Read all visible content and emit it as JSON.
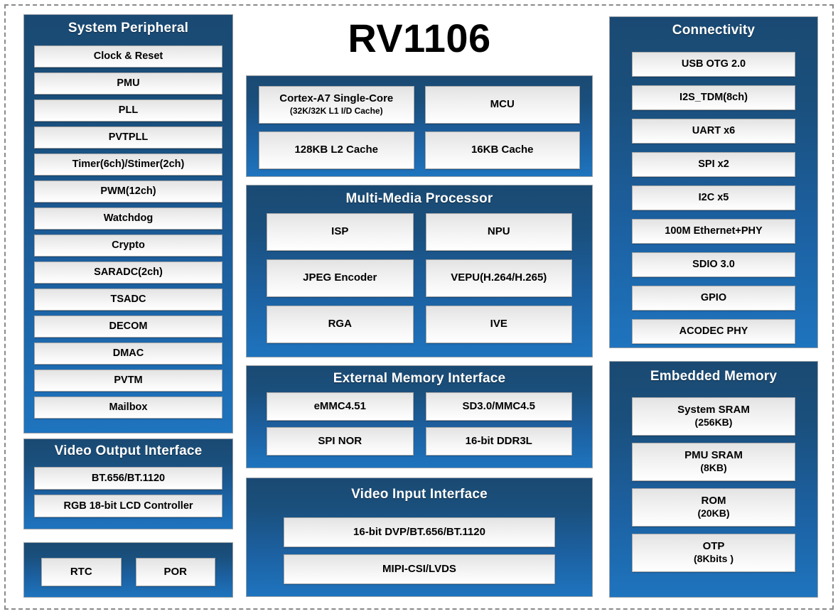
{
  "chip": {
    "title": "RV1106"
  },
  "colors": {
    "panel_top": "#1a4a73",
    "panel_bottom": "#1e74be",
    "block_fill": "#f2f2f2",
    "block_border": "#a6a6a6",
    "title_text": "#ffffff",
    "die_boundary": "#8a8a8a"
  },
  "panels": {
    "system_peripheral": {
      "title": "System Peripheral",
      "blocks": [
        {
          "label": "Clock & Reset"
        },
        {
          "label": "PMU"
        },
        {
          "label": "PLL"
        },
        {
          "label": "PVTPLL"
        },
        {
          "label": "Timer(6ch)/Stimer(2ch)"
        },
        {
          "label": "PWM(12ch)"
        },
        {
          "label": "Watchdog"
        },
        {
          "label": "Crypto"
        },
        {
          "label": "SARADC(2ch)"
        },
        {
          "label": "TSADC"
        },
        {
          "label": "DECOM"
        },
        {
          "label": "DMAC"
        },
        {
          "label": "PVTM"
        },
        {
          "label": "Mailbox"
        }
      ]
    },
    "video_output_interface": {
      "title": "Video Output Interface",
      "blocks": [
        {
          "label": "BT.656/BT.1120"
        },
        {
          "label": "RGB 18-bit LCD Controller"
        }
      ]
    },
    "rtc_por": {
      "title": "",
      "blocks": [
        {
          "label": "RTC"
        },
        {
          "label": "POR"
        }
      ]
    },
    "cpu": {
      "title": "",
      "blocks": [
        {
          "label": "Cortex-A7 Single-Core",
          "sub": "(32K/32K L1 I/D Cache)"
        },
        {
          "label": "MCU"
        },
        {
          "label": "128KB L2 Cache"
        },
        {
          "label": "16KB Cache"
        }
      ]
    },
    "multi_media_processor": {
      "title": "Multi-Media Processor",
      "blocks": [
        {
          "label": "ISP"
        },
        {
          "label": "NPU"
        },
        {
          "label": "JPEG Encoder"
        },
        {
          "label": "VEPU(H.264/H.265)"
        },
        {
          "label": "RGA"
        },
        {
          "label": "IVE"
        }
      ]
    },
    "external_memory_interface": {
      "title": "External Memory Interface",
      "blocks": [
        {
          "label": "eMMC4.51"
        },
        {
          "label": "SD3.0/MMC4.5"
        },
        {
          "label": "SPI NOR"
        },
        {
          "label": "16-bit DDR3L"
        }
      ]
    },
    "video_input_interface": {
      "title": "Video Input Interface",
      "blocks": [
        {
          "label": "16-bit DVP/BT.656/BT.1120"
        },
        {
          "label": "MIPI-CSI/LVDS"
        }
      ]
    },
    "connectivity": {
      "title": "Connectivity",
      "blocks": [
        {
          "label": "USB OTG 2.0"
        },
        {
          "label": "I2S_TDM(8ch)"
        },
        {
          "label": "UART x6"
        },
        {
          "label": "SPI x2"
        },
        {
          "label": "I2C x5"
        },
        {
          "label": "100M Ethernet+PHY"
        },
        {
          "label": "SDIO 3.0"
        },
        {
          "label": "GPIO"
        },
        {
          "label": "ACODEC PHY"
        }
      ]
    },
    "embedded_memory": {
      "title": "Embedded Memory",
      "blocks": [
        {
          "label": "System SRAM",
          "sub": "(256KB)"
        },
        {
          "label": "PMU SRAM",
          "sub": "(8KB)"
        },
        {
          "label": "ROM",
          "sub": "(20KB)"
        },
        {
          "label": "OTP",
          "sub": "(8Kbits )"
        }
      ]
    }
  }
}
